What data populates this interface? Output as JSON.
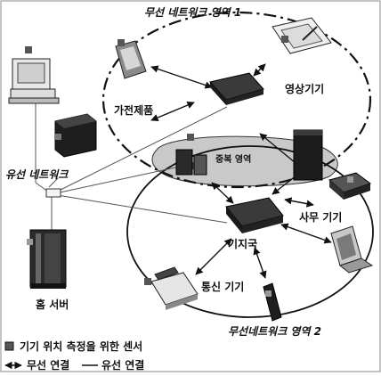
{
  "labels": {
    "zone1": "무선 네트워크 영역 1",
    "zone2": "무선네트워크 영역 2",
    "overlap": "중복 영역",
    "appliances": "가전제품",
    "video": "영상기기",
    "wired": "유선 네트워크",
    "office": "사무 기기",
    "base_station": "기지국",
    "comm": "통신 기기",
    "home_server": "홈 서버"
  },
  "legend": {
    "sensor": "기기 위치 측정을 위한 센서",
    "wireless": "무선 연결",
    "wired": "유선 연결"
  },
  "colors": {
    "ink": "#111111",
    "zone_fill": "#c9c9c9",
    "sensor": "#555555",
    "device_dark": "#2a2a2a"
  },
  "icons": [
    "desktop-pc-icon",
    "router-icon",
    "pda-icon",
    "tablet-pen-icon",
    "access-point-icon",
    "home-server-icon",
    "printer-icon",
    "laptop-icon",
    "telephone-icon",
    "mobile-phone-icon",
    "sensor-icon"
  ]
}
